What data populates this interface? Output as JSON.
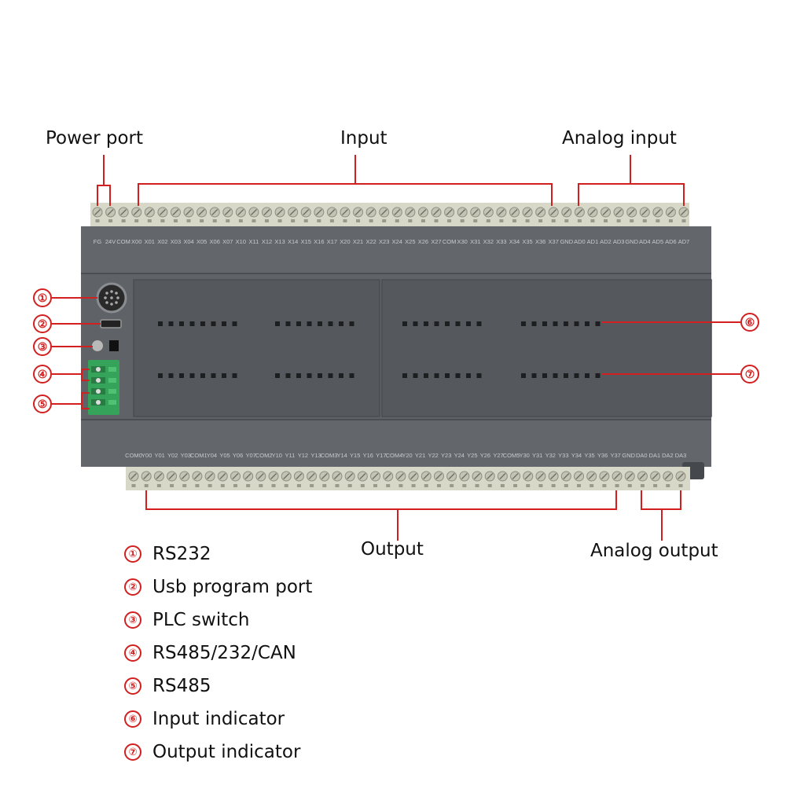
{
  "labels": {
    "power_port": "Power port",
    "input": "Input",
    "analog_input": "Analog input",
    "output": "Output",
    "analog_output": "Analog output"
  },
  "top_terminals": [
    "FG",
    "24V",
    "COM",
    "X00",
    "X01",
    "X02",
    "X03",
    "X04",
    "X05",
    "X06",
    "X07",
    "X10",
    "X11",
    "X12",
    "X13",
    "X14",
    "X15",
    "X16",
    "X17",
    "X20",
    "X21",
    "X22",
    "X23",
    "X24",
    "X25",
    "X26",
    "X27",
    "COM",
    "X30",
    "X31",
    "X32",
    "X33",
    "X34",
    "X35",
    "X36",
    "X37",
    "GND",
    "AD0",
    "AD1",
    "AD2",
    "AD3",
    "GND",
    "AD4",
    "AD5",
    "AD6",
    "AD7"
  ],
  "bottom_terminals": [
    "COM0",
    "Y00",
    "Y01",
    "Y02",
    "Y03",
    "COM1",
    "Y04",
    "Y05",
    "Y06",
    "Y07",
    "COM2",
    "Y10",
    "Y11",
    "Y12",
    "Y13",
    "COM3",
    "Y14",
    "Y15",
    "Y16",
    "Y17",
    "COM4",
    "Y20",
    "Y21",
    "Y22",
    "Y23",
    "Y24",
    "Y25",
    "Y26",
    "Y27",
    "COM5",
    "Y30",
    "Y31",
    "Y32",
    "Y33",
    "Y34",
    "Y35",
    "Y36",
    "Y37",
    "GND",
    "DA0",
    "DA1",
    "DA2",
    "DA3"
  ],
  "callouts": [
    {
      "num": "①",
      "text": "RS232"
    },
    {
      "num": "②",
      "text": "Usb program port"
    },
    {
      "num": "③",
      "text": "PLC switch"
    },
    {
      "num": "④",
      "text": "RS485/232/CAN"
    },
    {
      "num": "⑤",
      "text": "RS485"
    },
    {
      "num": "⑥",
      "text": "Input indicator"
    },
    {
      "num": "⑦",
      "text": "Output indicator"
    }
  ],
  "colors": {
    "housing": "#5f6266",
    "housing_dark": "#4d5054",
    "panel": "#55585c",
    "terminal": "#d8d8c8",
    "callout": "#d21f1f",
    "connector_green": "#35a35a"
  }
}
